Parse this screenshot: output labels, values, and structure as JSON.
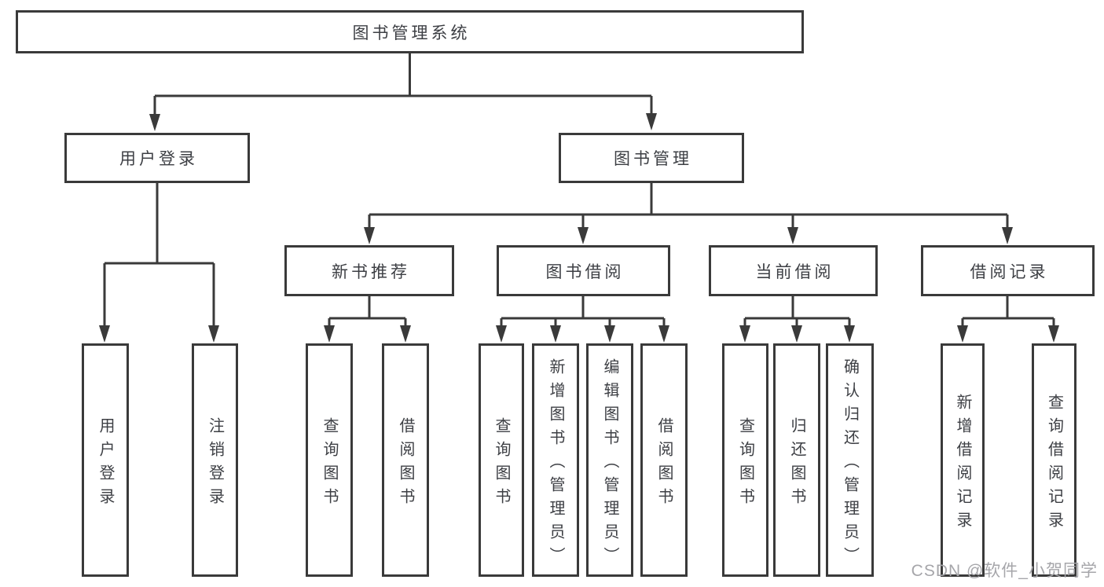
{
  "diagram": {
    "tree": {
      "root": {
        "label": "图书管理系统"
      },
      "children": [
        {
          "label": "用户登录",
          "children": [
            {
              "label": "用户登录"
            },
            {
              "label": "注销登录"
            }
          ]
        },
        {
          "label": "图书管理",
          "children": [
            {
              "label": "新书推荐",
              "children": [
                {
                  "label": "查询图书"
                },
                {
                  "label": "借阅图书"
                }
              ]
            },
            {
              "label": "图书借阅",
              "children": [
                {
                  "label": "查询图书"
                },
                {
                  "label": "新增图书（管理员）"
                },
                {
                  "label": "编辑图书（管理员）"
                },
                {
                  "label": "借阅图书"
                }
              ]
            },
            {
              "label": "当前借阅",
              "children": [
                {
                  "label": "查询图书"
                },
                {
                  "label": "归还图书"
                },
                {
                  "label": "确认归还（管理员）"
                }
              ]
            },
            {
              "label": "借阅记录",
              "children": [
                {
                  "label": "新增借阅记录"
                },
                {
                  "label": "查询借阅记录"
                }
              ]
            }
          ]
        }
      ]
    },
    "colors": {
      "line": "#3a3a3a",
      "box_border": "#3a3a3a",
      "text": "#3d3f44",
      "background": "#ffffff",
      "watermark": "#a6a6aa"
    }
  },
  "watermark": {
    "text": "CSDN @软件_小贺同学"
  }
}
